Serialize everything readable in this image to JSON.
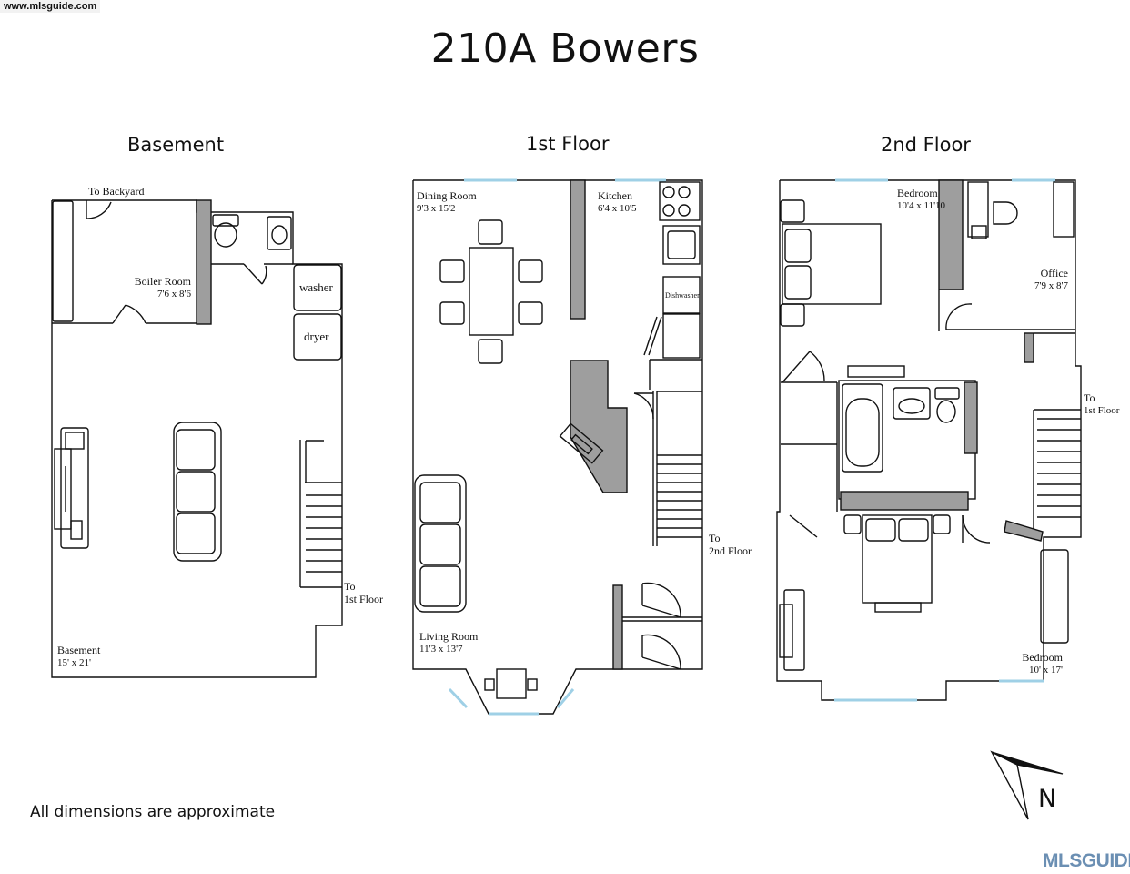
{
  "site": {
    "watermark": "www.mlsguide.com",
    "brand": "MLSGUIDE"
  },
  "title": "210A Bowers",
  "floors": {
    "basement": {
      "name": "Basement",
      "to_backyard": "To Backyard",
      "boiler_room": {
        "name": "Boiler Room",
        "dim": "7'6 x 8'6"
      },
      "washer": "washer",
      "dryer": "dryer",
      "stairs_to": {
        "line1": "To",
        "line2": "1st Floor"
      },
      "room": {
        "name": "Basement",
        "dim": "15' x 21'"
      }
    },
    "first": {
      "name": "1st Floor",
      "dining_room": {
        "name": "Dining Room",
        "dim": "9'3 x 15'2"
      },
      "kitchen": {
        "name": "Kitchen",
        "dim": "6'4 x 10'5"
      },
      "dishwasher": "Dishwasher",
      "stairs_to": {
        "line1": "To",
        "line2": "2nd Floor"
      },
      "living_room": {
        "name": "Living Room",
        "dim": "11'3 x 13'7"
      }
    },
    "second": {
      "name": "2nd Floor",
      "bedroom_top": {
        "name": "Bedroom",
        "dim": "10'4 x 11'10"
      },
      "office": {
        "name": "Office",
        "dim": "7'9 x 8'7"
      },
      "stairs_to": {
        "line1": "To",
        "line2": "1st Floor"
      },
      "bedroom_bottom": {
        "name": "Bedroom",
        "dim": "10' x 17'"
      }
    }
  },
  "note": "All dimensions are approximate",
  "compass": {
    "label": "N",
    "icon": "north-arrow-icon"
  },
  "colors": {
    "wall": "#111111",
    "wall_fill": "#9e9e9e",
    "window": "#9fd0e6"
  }
}
